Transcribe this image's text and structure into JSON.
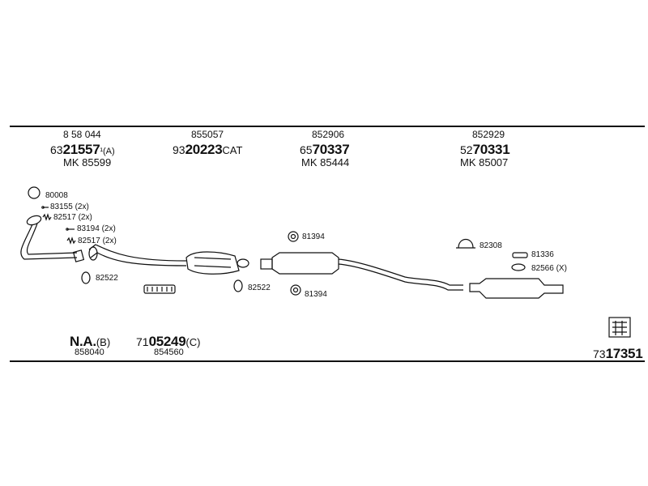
{
  "header": {
    "groups": [
      {
        "top": "8 58 044",
        "prefix": "63",
        "main": "21557",
        "suffix": "¹(A)",
        "mk": "MK  85599"
      },
      {
        "top": "855057",
        "prefix": "93",
        "main": "20223",
        "suffix": "CAT",
        "mk": ""
      },
      {
        "top": "852906",
        "prefix": "65",
        "main": "70337",
        "suffix": "",
        "mk": "MK  85444"
      },
      {
        "top": "852929",
        "prefix": "52",
        "main": "70331",
        "suffix": "",
        "mk": "MK  85007"
      }
    ]
  },
  "parts": {
    "p80008": "80008",
    "p83155": "83155 (2x)",
    "p82517a": "82517 (2x)",
    "p83194": "83194 (2x)",
    "p82517b": "82517 (2x)",
    "p82522a": "82522",
    "p82522b": "82522",
    "p81394a": "81394",
    "p81394b": "81394",
    "p82308": "82308",
    "p81336": "81336",
    "p82566": "82566 (X)"
  },
  "footer": {
    "na_main": "N.A.",
    "na_suffix": "(B)",
    "na_sub": "858040",
    "fr_prefix": "71",
    "fr_main": "05249",
    "fr_suffix": "(C)",
    "fr_sub": "854560",
    "kit_prefix": "73",
    "kit_main": "17351"
  }
}
